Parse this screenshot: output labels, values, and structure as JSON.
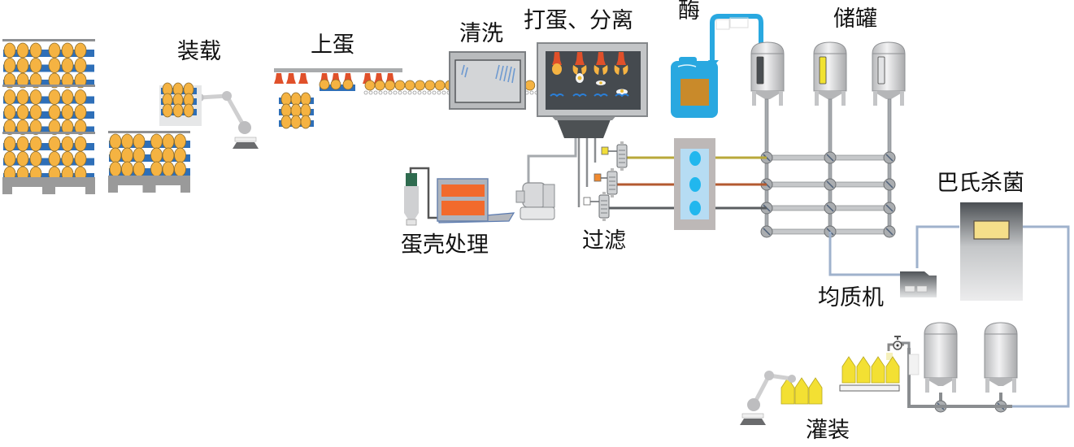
{
  "title": "Liquid egg processing line",
  "stages": {
    "loading": "装载",
    "egg_feeding": "上蛋",
    "washing": "清洗",
    "breaking_separating": "打蛋、分离",
    "enzyme": "酶",
    "storage_tanks": "储罐",
    "shell_processing": "蛋壳处理",
    "filtering": "过滤",
    "pasteurization": "巴氏杀菌",
    "homogenizer": "均质机",
    "filling": "灌装"
  },
  "colors": {
    "egg": "#f5b342",
    "tray_blue": "#2e6fb8",
    "pallet_gray": "#9a9a9a",
    "breaker_red": "#e0502a",
    "breaker_panel": "#454a4f",
    "enzyme_jug": "#29a8e0",
    "enzyme_fill": "#c98a2a",
    "pipe_gray": "#a5a9ad",
    "yolk_line": "#b9a83a",
    "white_line": "#b35a30",
    "whole_line": "#5a5d60",
    "cooler_blue": "#21b7ee",
    "carton_yellow": "#f3e033",
    "pasteurizer_window": "#f5df8a",
    "shell_orange": "#f26a2c",
    "tank_window_dark": "#4a4e52",
    "tank_window_yellow": "#f1e230",
    "tank_window_light": "#e2e3e5"
  }
}
